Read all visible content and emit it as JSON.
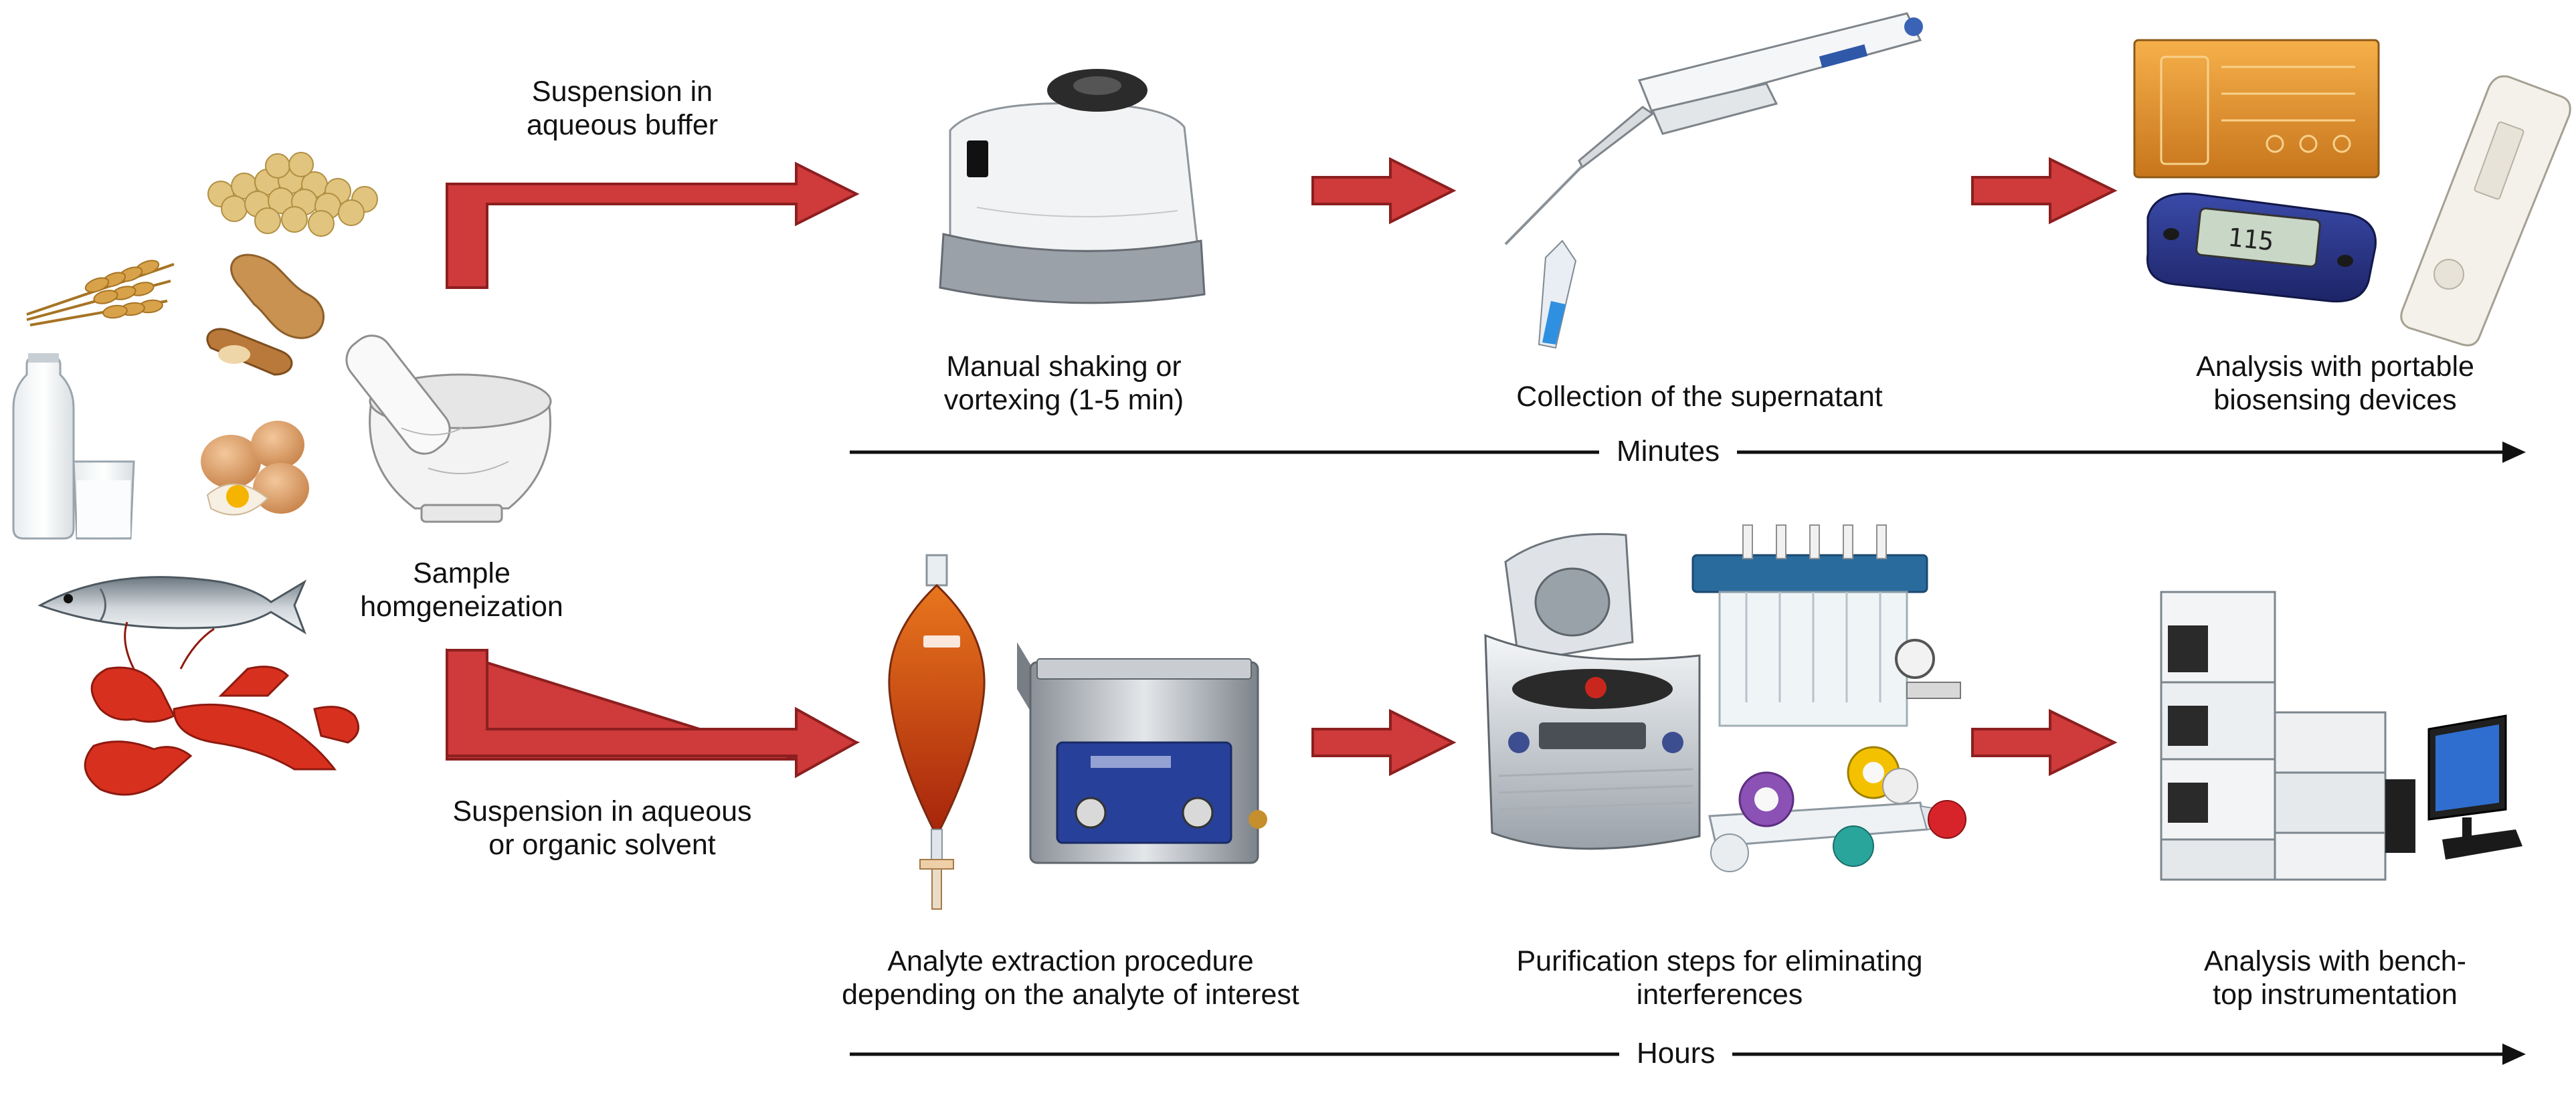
{
  "labels": {
    "suspension_buffer": [
      "Suspension in",
      "aqueous buffer"
    ],
    "suspension_solvent": [
      "Suspension in aqueous",
      "or organic solvent"
    ],
    "sample_homogenization": [
      "Sample",
      "homgeneization"
    ],
    "manual_shaking": [
      "Manual shaking or",
      "vortexing (1-5 min)"
    ],
    "collection_supernatant": [
      "Collection of the supernatant"
    ],
    "analysis_portable": [
      "Analysis with portable",
      "biosensing devices"
    ],
    "analyte_extraction": [
      "Analyte extraction procedure",
      "depending on the analyte of interest"
    ],
    "purification_steps": [
      "Purification steps for eliminating",
      "interferences"
    ],
    "analysis_benchtop": [
      "Analysis with bench-",
      "top instrumentation"
    ]
  },
  "timelines": {
    "top": "Minutes",
    "bottom": "Hours"
  },
  "icons": {
    "food": [
      "wheat-icon",
      "soybeans-icon",
      "peanut-icon",
      "milk-icon",
      "eggs-icon",
      "fish-icon",
      "lobster-icon"
    ],
    "homogenization": "mortar-pestle-icon",
    "rapid": [
      "vortex-mixer-icon",
      "micropipette-icon",
      "biosensor-chip-icon",
      "glucometer-icon",
      "lateral-flow-test-icon"
    ],
    "classic": [
      "separatory-funnel-icon",
      "ultrasonic-bath-icon",
      "centrifuge-icon",
      "spe-manifold-icon",
      "syringe-filters-icon",
      "hplc-system-icon"
    ]
  },
  "colors": {
    "arrow_fill": "#cf3a3a",
    "arrow_stroke": "#8c1f1f",
    "timeline": "#111111"
  }
}
